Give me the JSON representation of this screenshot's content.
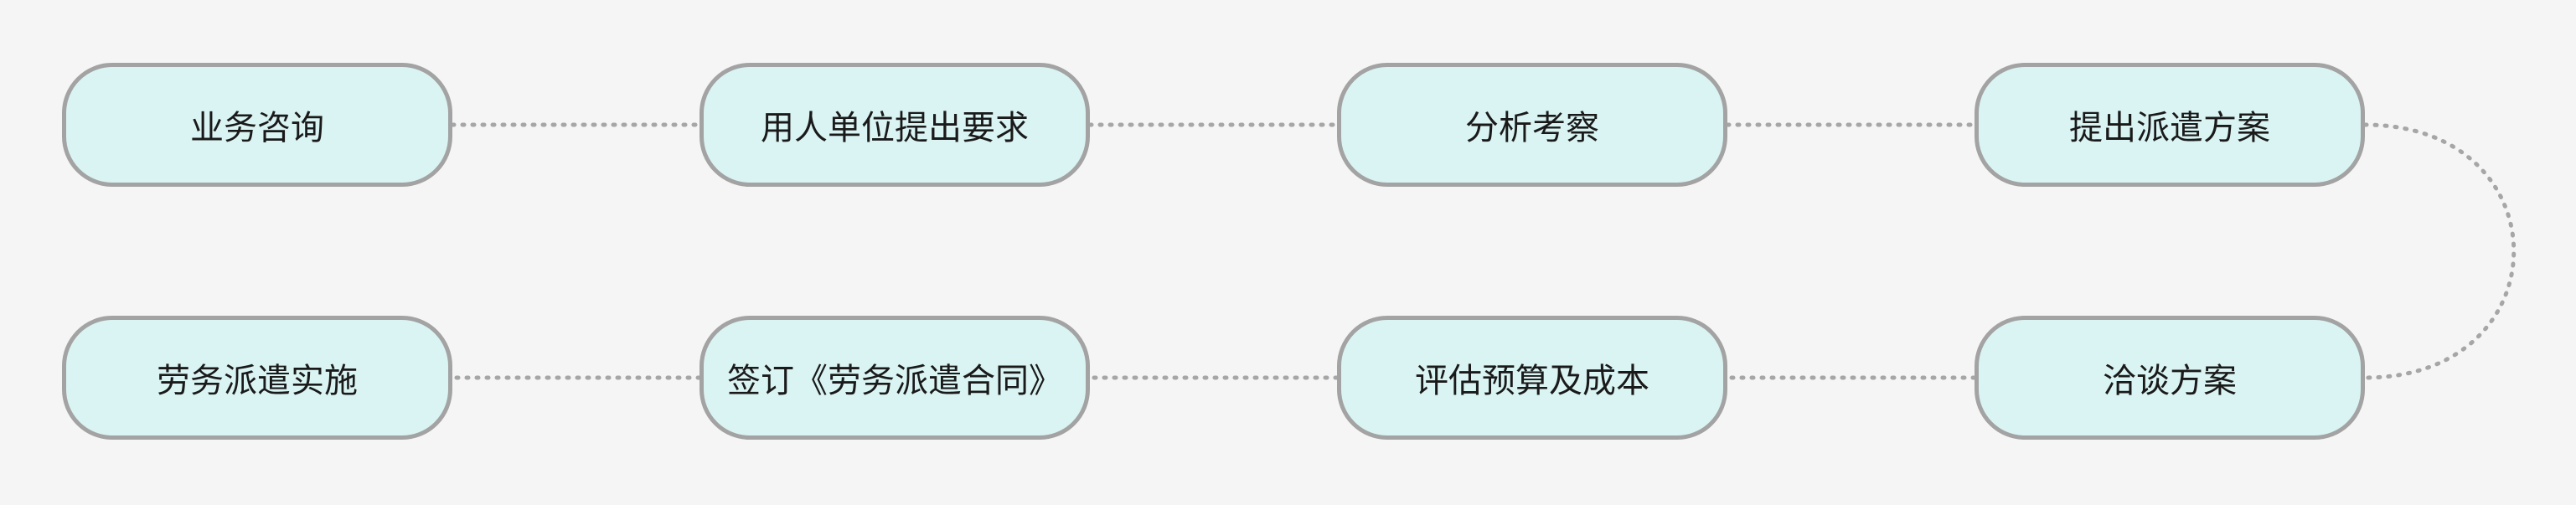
{
  "colors": {
    "background": "#f5f5f5",
    "node_fill": "#daf4f3",
    "node_border": "#a3a3a3",
    "connector": "#a6a6a6",
    "text": "#1a1a1a"
  },
  "flow": {
    "steps": [
      {
        "label": "业务咨询"
      },
      {
        "label": "用人单位提出要求"
      },
      {
        "label": "分析考察"
      },
      {
        "label": "提出派遣方案"
      },
      {
        "label": "洽谈方案"
      },
      {
        "label": "评估预算及成本"
      },
      {
        "label": "签订《劳务派遣合同》"
      },
      {
        "label": "劳务派遣实施"
      }
    ]
  }
}
